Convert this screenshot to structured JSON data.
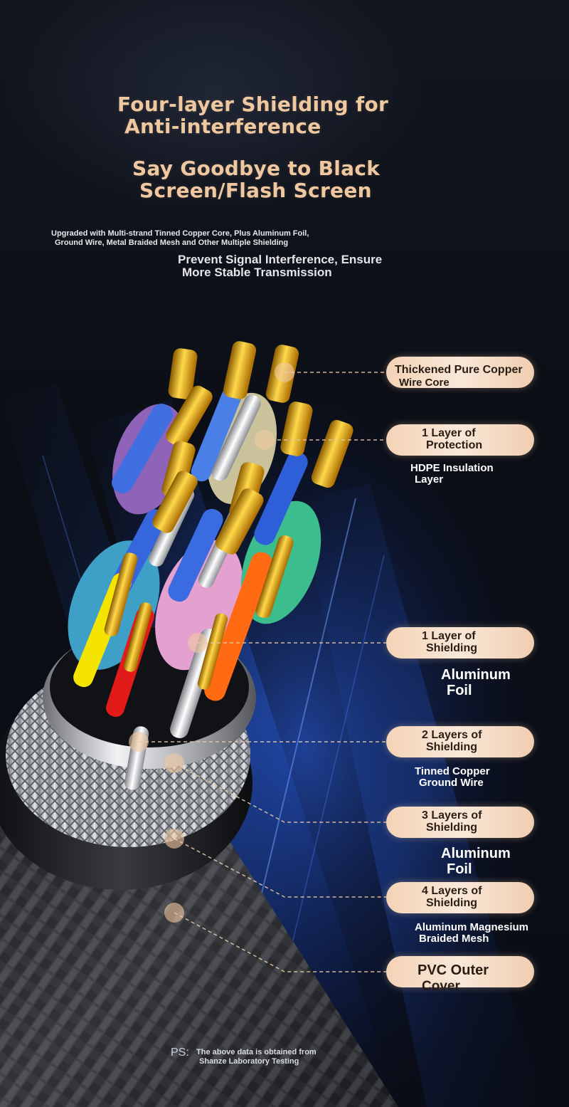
{
  "headline": {
    "line1": "Four-layer Shielding for",
    "line2": "Anti-interference",
    "line3": "Say Goodbye to Black",
    "line4": "Screen/Flash Screen"
  },
  "description": {
    "line1": "Upgraded with Multi-strand Tinned Copper Core, Plus Aluminum Foil,",
    "line2": "Ground Wire, Metal Braided Mesh and Other Multiple Shielding"
  },
  "subhead": {
    "line1": "Prevent Signal Interference, Ensure",
    "line2": "More Stable Transmission"
  },
  "layers": [
    {
      "label1": "Thickened Pure Copper",
      "label2": "Wire Core",
      "note1": "",
      "note2": ""
    },
    {
      "label1": "1 Layer of",
      "label2": "Protection",
      "note1": "HDPE Insulation",
      "note2": "Layer"
    },
    {
      "label1": "1 Layer of",
      "label2": "Shielding",
      "note1": "Aluminum",
      "note2": "Foil"
    },
    {
      "label1": "2 Layers of",
      "label2": "Shielding",
      "note1": "Tinned Copper",
      "note2": "Ground Wire"
    },
    {
      "label1": "3 Layers of",
      "label2": "Shielding",
      "note1": "Aluminum",
      "note2": "Foil"
    },
    {
      "label1": "4 Layers of",
      "label2": "Shielding",
      "note1": "Aluminum Magnesium",
      "note2": "Braided Mesh"
    },
    {
      "label1": "PVC Outer",
      "label2": "Cover",
      "note1": "",
      "note2": ""
    }
  ],
  "footer": {
    "ps_label": "PS:",
    "line1": "The above data is obtained from",
    "line2": "Shanze Laboratory Testing"
  },
  "colors": {
    "headline": "#f0c8a0",
    "pill": "#f6dfc8",
    "accent_blue": "#1e5bd8"
  }
}
